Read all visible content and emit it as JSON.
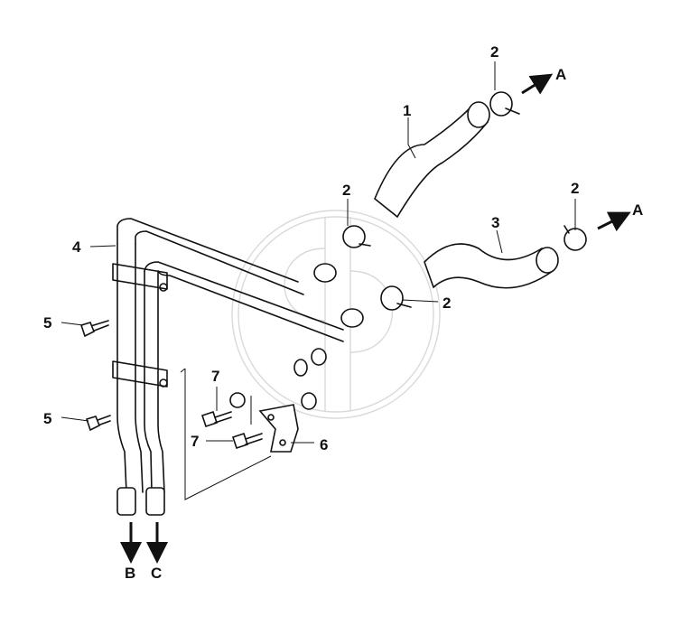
{
  "diagram": {
    "callouts": {
      "hose_upper_label": "1",
      "clamp_top_label": "2",
      "clamp_mid_left_label": "2",
      "clamp_right_label": "2",
      "clamp_lower_mid_label": "2",
      "hose_lower_label": "3",
      "heater_pipe_label": "4",
      "bolt_upper_label": "5",
      "bolt_lower_label": "5",
      "bracket_label": "6",
      "bolt_bracket_upper_label": "7",
      "bolt_bracket_lower_label": "7"
    },
    "directions": {
      "upper_arrow_label": "A",
      "right_arrow_label": "A",
      "down_left_arrow_label": "B",
      "down_right_arrow_label": "C"
    },
    "watermark_icon": "gp-logo-watermark",
    "line_color": "#111111",
    "watermark_color": "#d9d9d9"
  }
}
